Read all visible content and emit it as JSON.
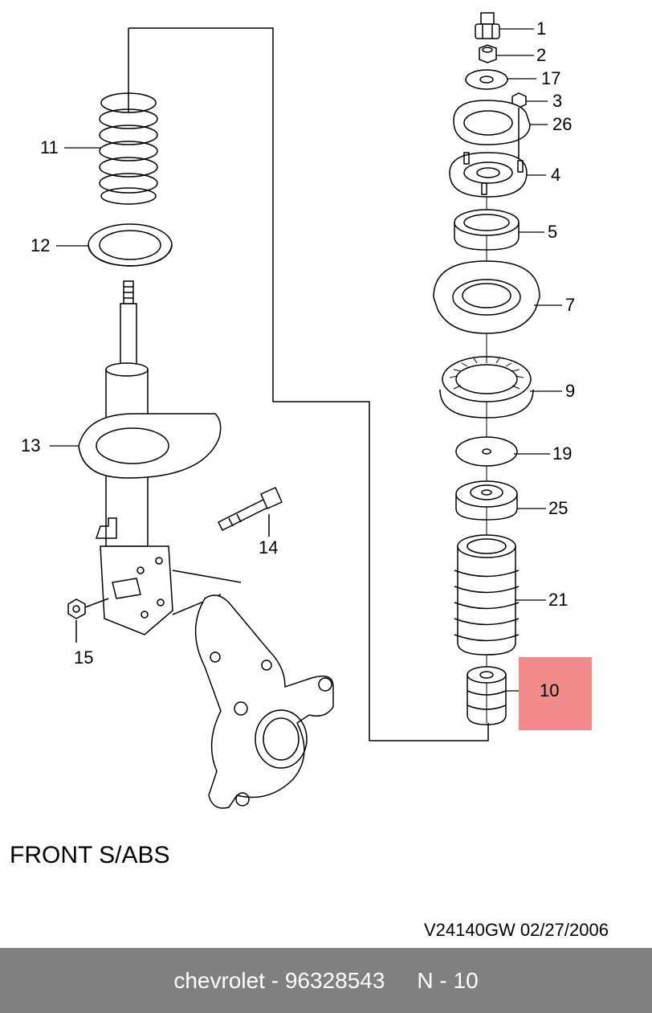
{
  "diagram": {
    "title": "FRONT S/ABS",
    "drawing_code": "V24140GW  02/27/2006",
    "highlight_color": "#f28b8b",
    "line_color": "#000000",
    "callouts": [
      {
        "id": "1",
        "label": "1"
      },
      {
        "id": "2",
        "label": "2"
      },
      {
        "id": "17",
        "label": "17"
      },
      {
        "id": "3",
        "label": "3"
      },
      {
        "id": "26",
        "label": "26"
      },
      {
        "id": "4",
        "label": "4"
      },
      {
        "id": "5",
        "label": "5"
      },
      {
        "id": "7",
        "label": "7"
      },
      {
        "id": "9",
        "label": "9"
      },
      {
        "id": "19",
        "label": "19"
      },
      {
        "id": "25",
        "label": "25"
      },
      {
        "id": "21",
        "label": "21"
      },
      {
        "id": "10",
        "label": "10",
        "highlighted": true
      },
      {
        "id": "11",
        "label": "11"
      },
      {
        "id": "12",
        "label": "12"
      },
      {
        "id": "13",
        "label": "13"
      },
      {
        "id": "14",
        "label": "14"
      },
      {
        "id": "15",
        "label": "15"
      }
    ]
  },
  "footer": {
    "brand": "chevrolet",
    "part_number": "96328543",
    "position": "N - 10",
    "background": "#808080"
  }
}
